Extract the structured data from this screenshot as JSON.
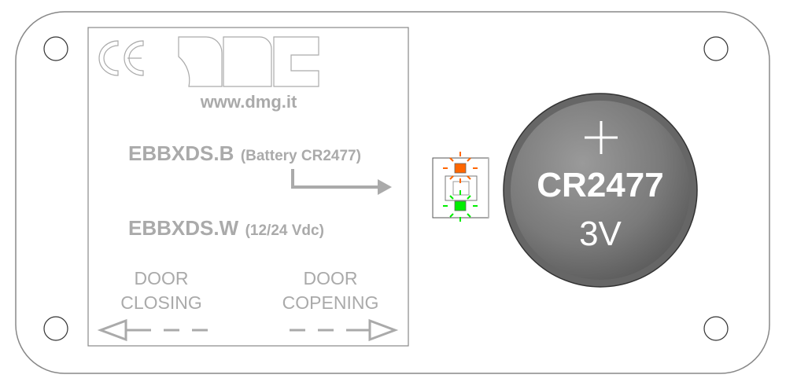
{
  "label": {
    "ce_mark": "CE",
    "brand_logo": "DMG",
    "website": "www.dmg.it",
    "model_b": "EBBXDS.B",
    "model_b_note": "(Battery CR2477)",
    "model_w": "EBBXDS.W",
    "model_w_note": "(12/24 Vdc)",
    "left_line1": "DOOR",
    "left_line2": "CLOSING",
    "right_line1": "DOOR",
    "right_line2": "COPENING"
  },
  "battery": {
    "model": "CR2477",
    "voltage": "3V"
  },
  "colors": {
    "text_gray": "#aaaaaa",
    "led_top": "#ff6600",
    "led_bottom": "#00ee00"
  }
}
